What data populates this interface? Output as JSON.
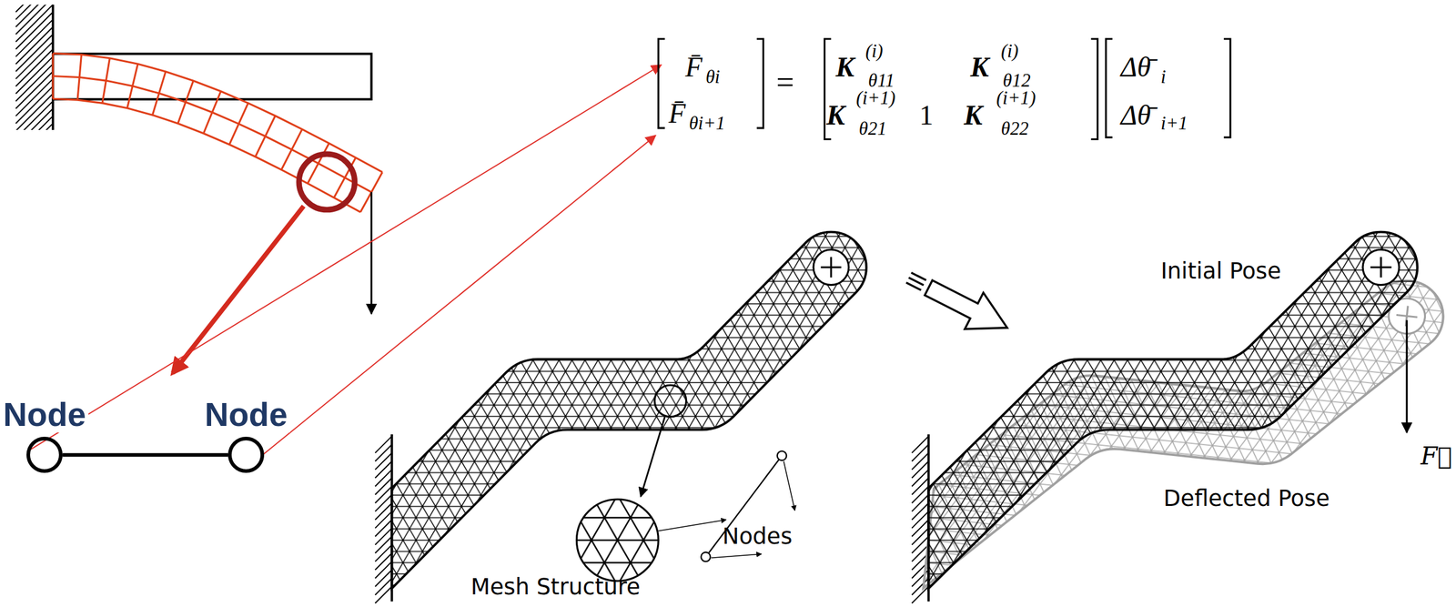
{
  "diagram": {
    "nodes": [
      {
        "text": [
          "Node"
        ]
      },
      {
        "text": [
          "Node"
        ]
      }
    ],
    "edges": [
      {
        "from": 0,
        "to": 1,
        "arrow": "none"
      }
    ],
    "labels": [
      "F̄",
      "θi",
      "F̄",
      "θi+1",
      "=",
      "K",
      "(i)",
      "θ11",
      "K",
      "(i)",
      "θ12",
      "K",
      "(i+1)",
      "θ21",
      "1",
      "K",
      "(i+1)",
      "θ22",
      "Δθ̄",
      "i",
      "Δθ̄",
      "i+1",
      "Nodes",
      "Mesh Structure",
      "Initial Pose",
      "Deflected Pose",
      "F⃗"
    ]
  }
}
